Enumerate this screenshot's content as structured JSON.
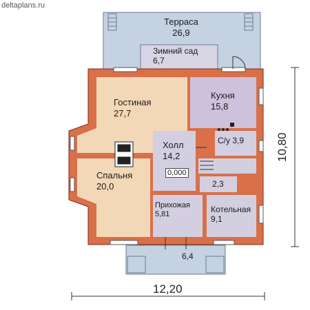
{
  "site_url": "deltaplans.ru",
  "rooms": {
    "terrace": {
      "name": "Терраса",
      "area": "26,9"
    },
    "winter_garden": {
      "name": "Зимний сад",
      "area": "6,7"
    },
    "living_room": {
      "name": "Гостиная",
      "area": "27,7"
    },
    "kitchen": {
      "name": "Кухня",
      "area": "15,8"
    },
    "hall": {
      "name": "Холл",
      "area": "14,2"
    },
    "bathroom": {
      "name": "С/у",
      "area": "3,9"
    },
    "bedroom": {
      "name": "Спальня",
      "area": "20,0"
    },
    "closet": {
      "area": "2,3"
    },
    "entrance": {
      "name": "Прихожая",
      "area": "5,81"
    },
    "boiler_room": {
      "name": "Котельная",
      "area": "9,1"
    },
    "porch": {
      "area": "6,4"
    }
  },
  "level_mark": "0,000",
  "dimensions": {
    "width": "12,20",
    "height": "10,80"
  },
  "colors": {
    "wall": "#d9704a",
    "wall_edge": "#7a2a16",
    "terrace": "#c5d2e2",
    "winter_garden": "#d8d6e4",
    "living": "#f3d8b7",
    "kitchen": "#cdc1dc",
    "interior": "#d3cfe1",
    "dimension_line": "#333333"
  }
}
